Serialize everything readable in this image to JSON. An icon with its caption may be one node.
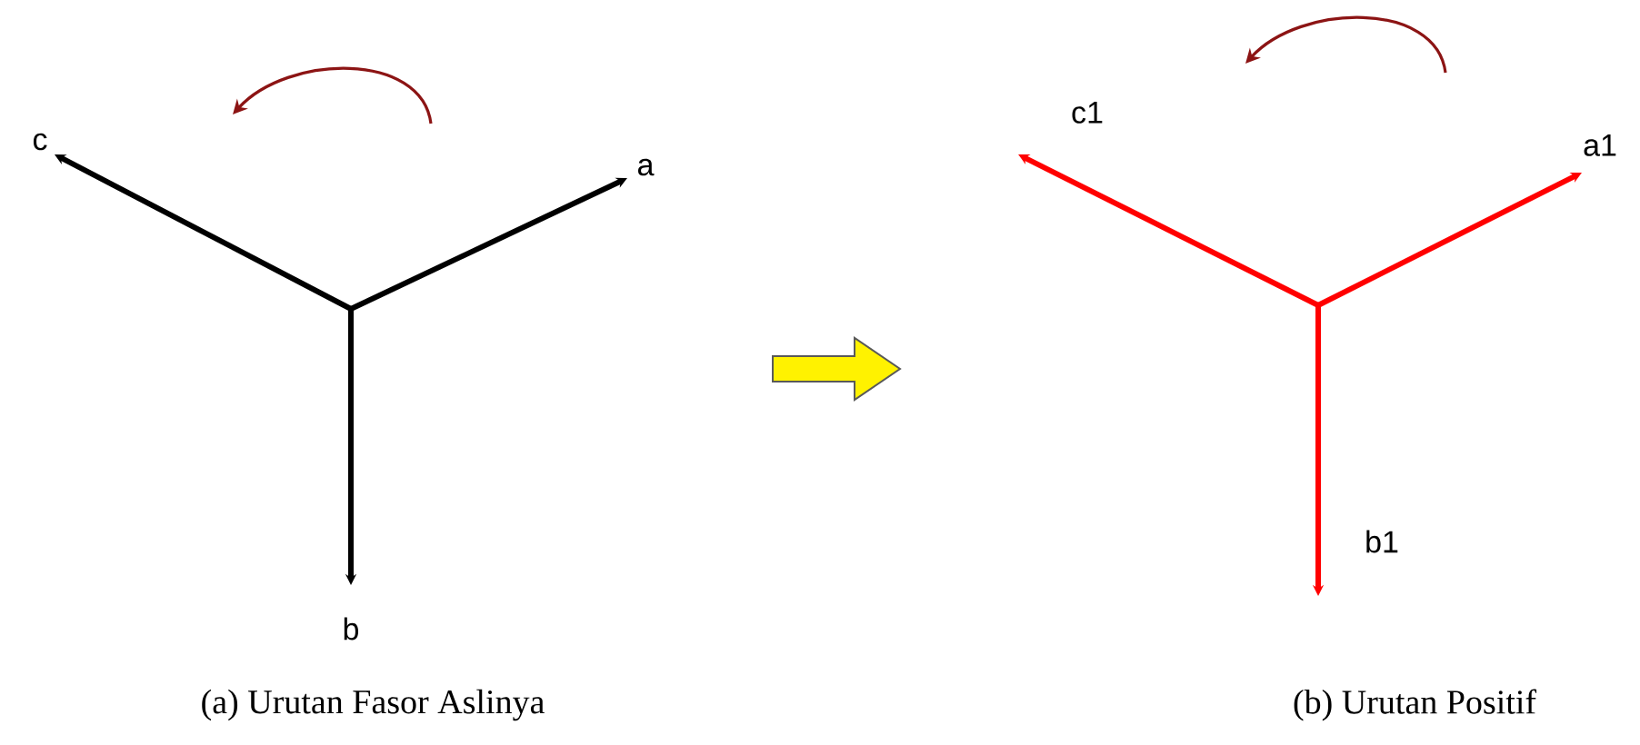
{
  "diagram": {
    "labels": [
      "c",
      "a",
      "b",
      "(a) Urutan Fasor Aslinya",
      "c1",
      "a1",
      "b1",
      "(b) Urutan Positif"
    ]
  }
}
